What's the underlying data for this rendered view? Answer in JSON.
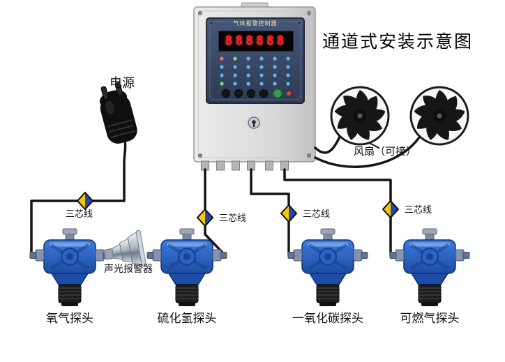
{
  "title": "通道式安装示意图",
  "controller": {
    "panel_title": "气体报警控制器",
    "display_value": "888888"
  },
  "labels": {
    "power": "电源",
    "fan": "风扇（可接）",
    "sound_light_alarm": "声光报警器",
    "three_core_wire": "三芯线"
  },
  "detectors": [
    {
      "label": "氧气探头"
    },
    {
      "label": "硫化氢探头"
    },
    {
      "label": "一氧化碳探头"
    },
    {
      "label": "可燃气探头"
    }
  ],
  "colors": {
    "detector_blue": "#2a62c4",
    "wire_black": "#141414",
    "diamond_yellow": "#f7c800",
    "diamond_blue": "#2746b0",
    "led_red": "#ff2222",
    "controller_gray": "#d9d9d9",
    "panel_navy": "#3b4a66"
  }
}
